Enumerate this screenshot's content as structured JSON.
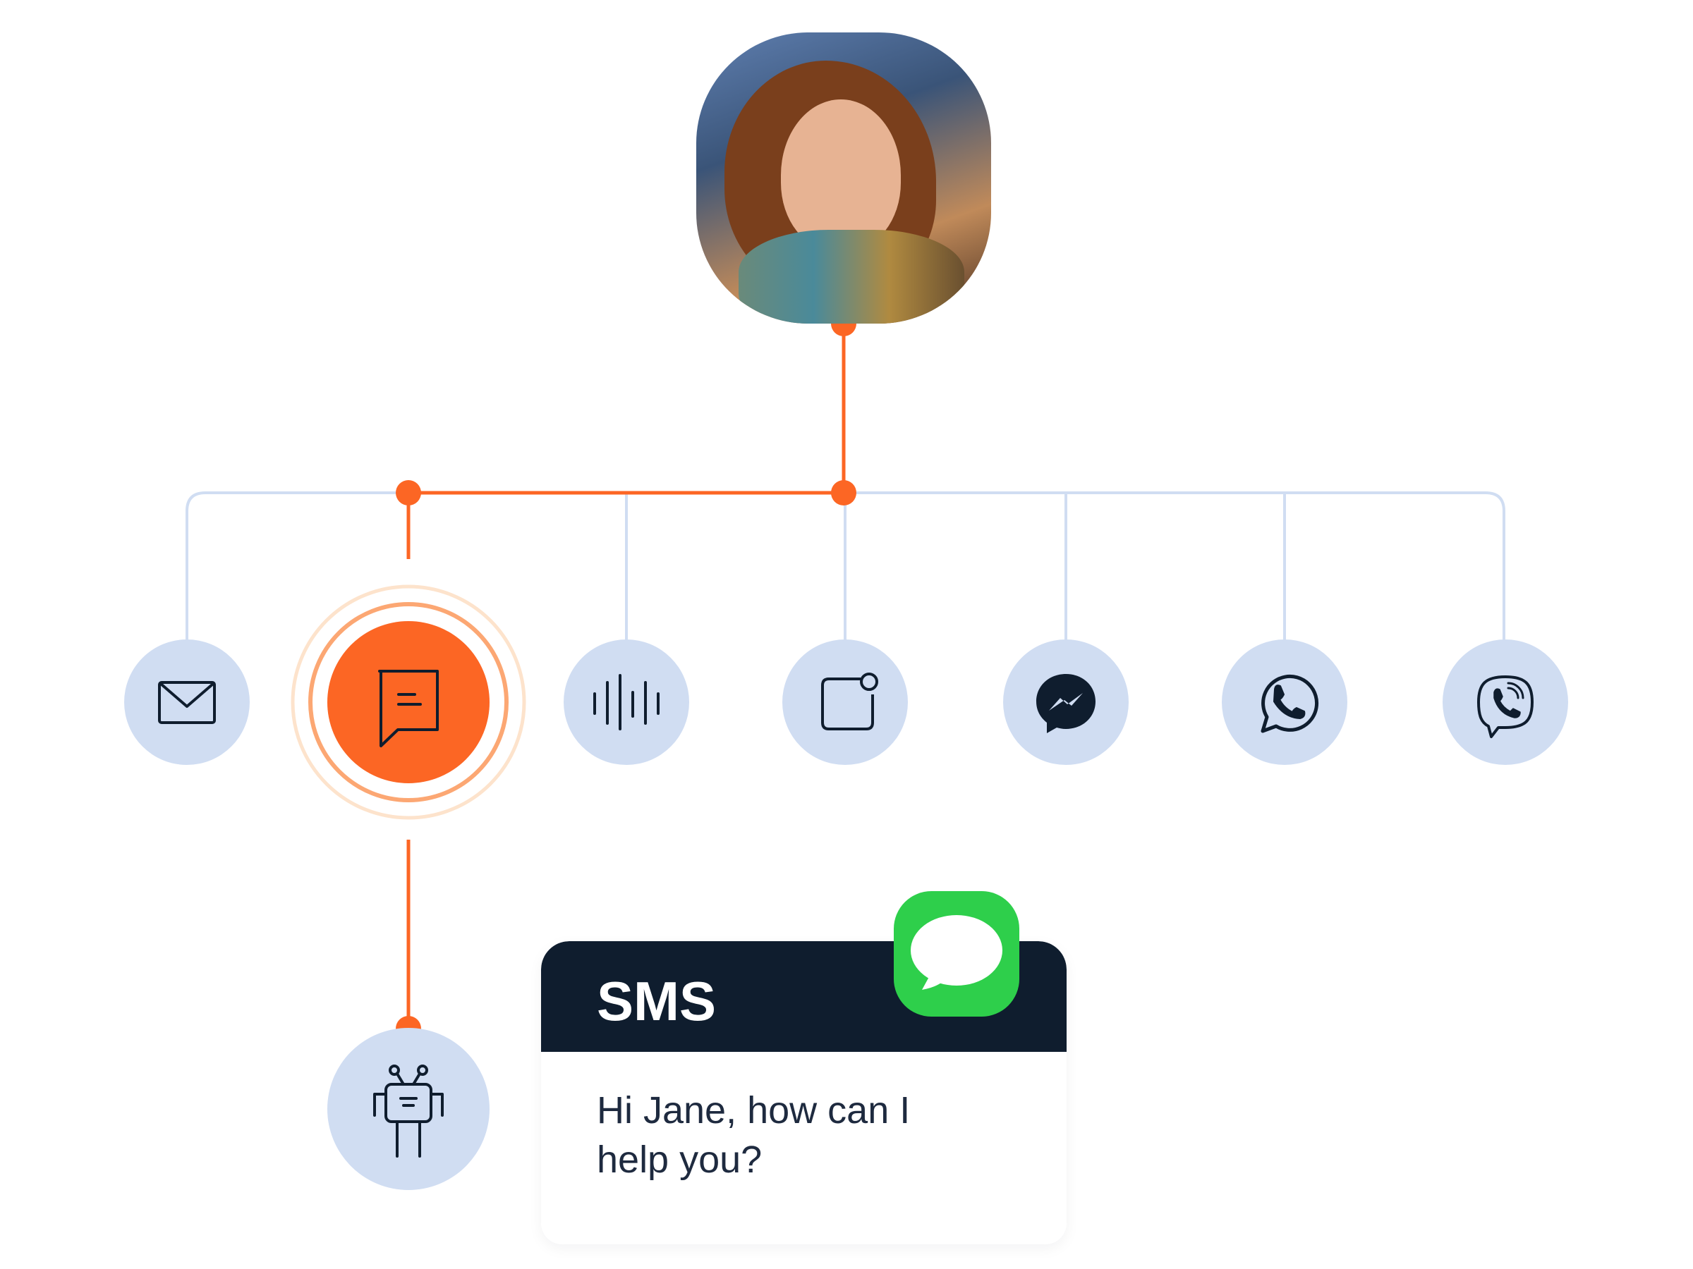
{
  "diagram": {
    "contact": {
      "avatar": "woman-with-earbud-photo"
    },
    "channels": [
      {
        "id": "email",
        "icon": "envelope-icon",
        "active": false
      },
      {
        "id": "sms",
        "icon": "chat-bubble-icon",
        "active": true
      },
      {
        "id": "voice",
        "icon": "sound-wave-icon",
        "active": false
      },
      {
        "id": "push",
        "icon": "notification-icon",
        "active": false
      },
      {
        "id": "messenger",
        "icon": "messenger-icon",
        "active": false
      },
      {
        "id": "whatsapp",
        "icon": "whatsapp-icon",
        "active": false
      },
      {
        "id": "viber",
        "icon": "viber-icon",
        "active": false
      }
    ],
    "bot": {
      "icon": "robot-icon"
    },
    "colors": {
      "accent": "#fc6624",
      "inactive_line": "#d0ddf2",
      "node": "#d0ddf2",
      "dark": "#0f1d2e",
      "sms_green": "#2ecf4b"
    }
  },
  "message_card": {
    "title": "SMS",
    "message": "Hi Jane, how can I help you?"
  }
}
